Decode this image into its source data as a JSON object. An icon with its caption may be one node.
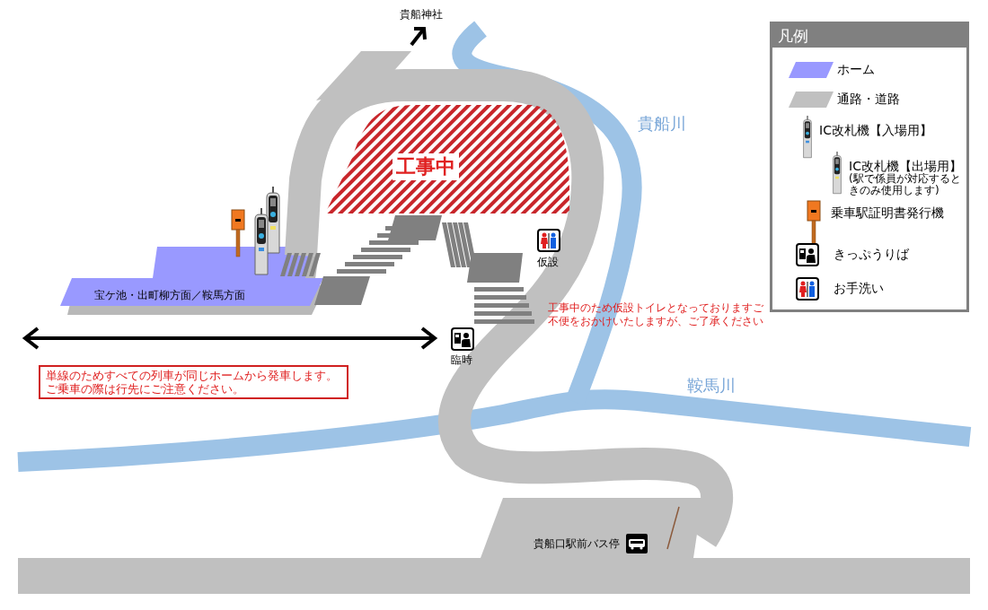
{
  "diagram": {
    "nodes": [
      {
        "text": [
          "工事中"
        ]
      },
      {
        "text": [
          "宝ケ池・出町柳方面／鞍馬方面"
        ]
      },
      {
        "text": [
          "単線のためすべての列車が同じホームから発車します。ご乗車の際は行先にご注意ください。"
        ]
      }
    ],
    "labels": [
      "貴船神社",
      "凡例",
      "貴船川",
      "(駅で係員が対応するときのみ使用します)",
      "仮設",
      "工事中のため仮設トイレとなっておりますご不便をおかけいたしますが、ご了承ください",
      "臨時",
      "鞍馬川",
      "貴船口駅前バス停"
    ],
    "legend": [
      {
        "text": "ホーム",
        "color": "#9999ff"
      },
      {
        "text": "通路・道路",
        "color": "#c0c0c0"
      },
      {
        "text": "IC改札機【入場用】"
      },
      {
        "text": "IC改札機【出場用】"
      },
      {
        "text": "乗車駅証明書発行機"
      },
      {
        "text": "きっぷうりば"
      },
      {
        "text": "お手洗い"
      }
    ]
  }
}
